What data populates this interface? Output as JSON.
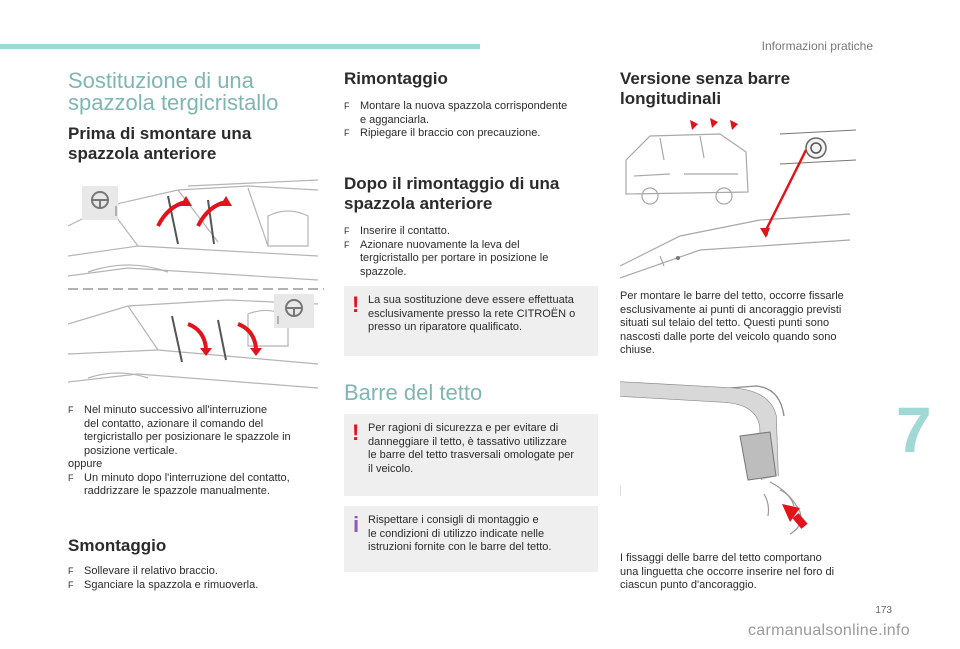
{
  "header": {
    "section": "Informazioni pratiche"
  },
  "chapter_number": "7",
  "page_number": "173",
  "watermark": "carmanualsonline.info",
  "col1": {
    "title_line1": "Sostituzione di una",
    "title_line2": "spazzola tergicristallo",
    "subtitle_line1": "Prima di smontare una",
    "subtitle_line2": "spazzola anteriore",
    "bullets": [
      {
        "sym": "F",
        "lines": [
          "Nel minuto successivo all'interruzione",
          "del contatto, azionare il comando del",
          "tergicristallo per posizionare le spazzole in",
          "posizione verticale."
        ]
      },
      {
        "sym": "",
        "lines": [
          "oppure"
        ]
      },
      {
        "sym": "F",
        "lines": [
          "Un minuto dopo l'interruzione del contatto,",
          "raddrizzare le spazzole manualmente."
        ]
      }
    ],
    "smontaggio_title": "Smontaggio",
    "smontaggio_bullets": [
      {
        "sym": "F",
        "text": "Sollevare il relativo braccio."
      },
      {
        "sym": "F",
        "text": "Sganciare la spazzola e rimuoverla."
      }
    ]
  },
  "col2": {
    "rimontaggio_title": "Rimontaggio",
    "rimontaggio_bullets": [
      {
        "sym": "F",
        "lines": [
          "Montare la nuova spazzola corrispondente",
          "e agganciarla."
        ]
      },
      {
        "sym": "F",
        "lines": [
          "Ripiegare il braccio con precauzione."
        ]
      }
    ],
    "dopo_title_line1": "Dopo il rimontaggio di una",
    "dopo_title_line2": "spazzola anteriore",
    "dopo_bullets": [
      {
        "sym": "F",
        "lines": [
          "Inserire il contatto."
        ]
      },
      {
        "sym": "F",
        "lines": [
          "Azionare nuovamente la leva del",
          "tergicristallo per portare in posizione le",
          "spazzole."
        ]
      }
    ],
    "warn1": [
      "La sua sostituzione deve essere effettuata",
      "esclusivamente presso la rete CITROËN o",
      "presso un riparatore qualificato."
    ],
    "barre_title": "Barre del tetto",
    "warn2": [
      "Per ragioni di sicurezza e per evitare di",
      "danneggiare il tetto, è tassativo utilizzare",
      "le barre del tetto trasversali omologate per",
      "il veicolo."
    ],
    "info": [
      "Rispettare i consigli di montaggio e",
      "le condizioni di utilizzo indicate nelle",
      "istruzioni fornite con le barre del tetto."
    ]
  },
  "col3": {
    "title_line1": "Versione senza barre",
    "title_line2": "longitudinali",
    "para1": [
      "Per montare le barre del tetto, occorre fissarle",
      "esclusivamente ai punti di ancoraggio previsti",
      "situati sul telaio del tetto. Questi punti sono",
      "nascosti dalle porte del veicolo quando sono",
      "chiuse."
    ],
    "para2": [
      "I fissaggi delle barre del tetto comportano",
      "una linguetta che occorre inserire nel foro di",
      "ciascun punto d'ancoraggio."
    ]
  },
  "colors": {
    "accent": "#9fd8d4",
    "heading_light": "#7fb6b3",
    "warning": "#e2131a",
    "info": "#8a5bb8",
    "box_bg": "#efefef",
    "arrow": "#e2131a"
  },
  "icons": [
    "steering-wheel-icon",
    "warning-icon",
    "info-icon",
    "bullet-arrow-icon"
  ]
}
